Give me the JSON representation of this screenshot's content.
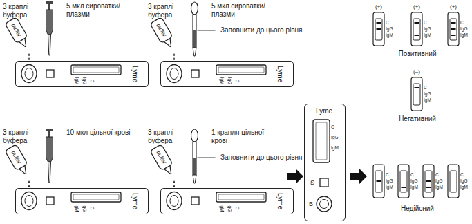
{
  "diagram": {
    "nodes": [
      {
        "text": [
          "buffer"
        ]
      },
      {
        "text": [
          "Lyme",
          "IgM",
          "IgG",
          "C"
        ]
      },
      {
        "text": [
          "buffer"
        ]
      },
      {
        "text": [
          "Lyme",
          "IgM",
          "IgG",
          "C"
        ]
      },
      {
        "text": [
          "buffer"
        ]
      },
      {
        "text": [
          "Lyme",
          "IgM",
          "IgG",
          "C"
        ]
      },
      {
        "text": [
          "buffer"
        ]
      },
      {
        "text": [
          "Lyme",
          "IgM",
          "IgG",
          "C"
        ]
      },
      {
        "text": [
          "Lyme",
          "C",
          "IgG",
          "IgM",
          "S",
          "B"
        ]
      }
    ],
    "labels": [
      "3 краплі буфера",
      "5 мкл сироватки/плазми",
      "3 краплі буфера",
      "5 мкл сироватки/плазми",
      "Заповнити до цього рівня",
      "3 краплі буфера",
      "10 мкл цільної крові",
      "3 краплі буфера",
      "1 крапля цільної крові",
      "Заповнити до цього рівня",
      "(+)",
      "(+)",
      "(+)",
      "C",
      "IgG",
      "IgM",
      "C",
      "IgG",
      "IgM",
      "C",
      "IgG",
      "IgM",
      "Позитивний",
      "(–)",
      "C",
      "IgG",
      "IgM",
      "Негативний",
      "C",
      "IgG",
      "IgM",
      "C",
      "IgG",
      "IgM",
      "C",
      "IgG",
      "IgM",
      "C",
      "IgG",
      "IgM",
      "Недійсний"
    ]
  }
}
